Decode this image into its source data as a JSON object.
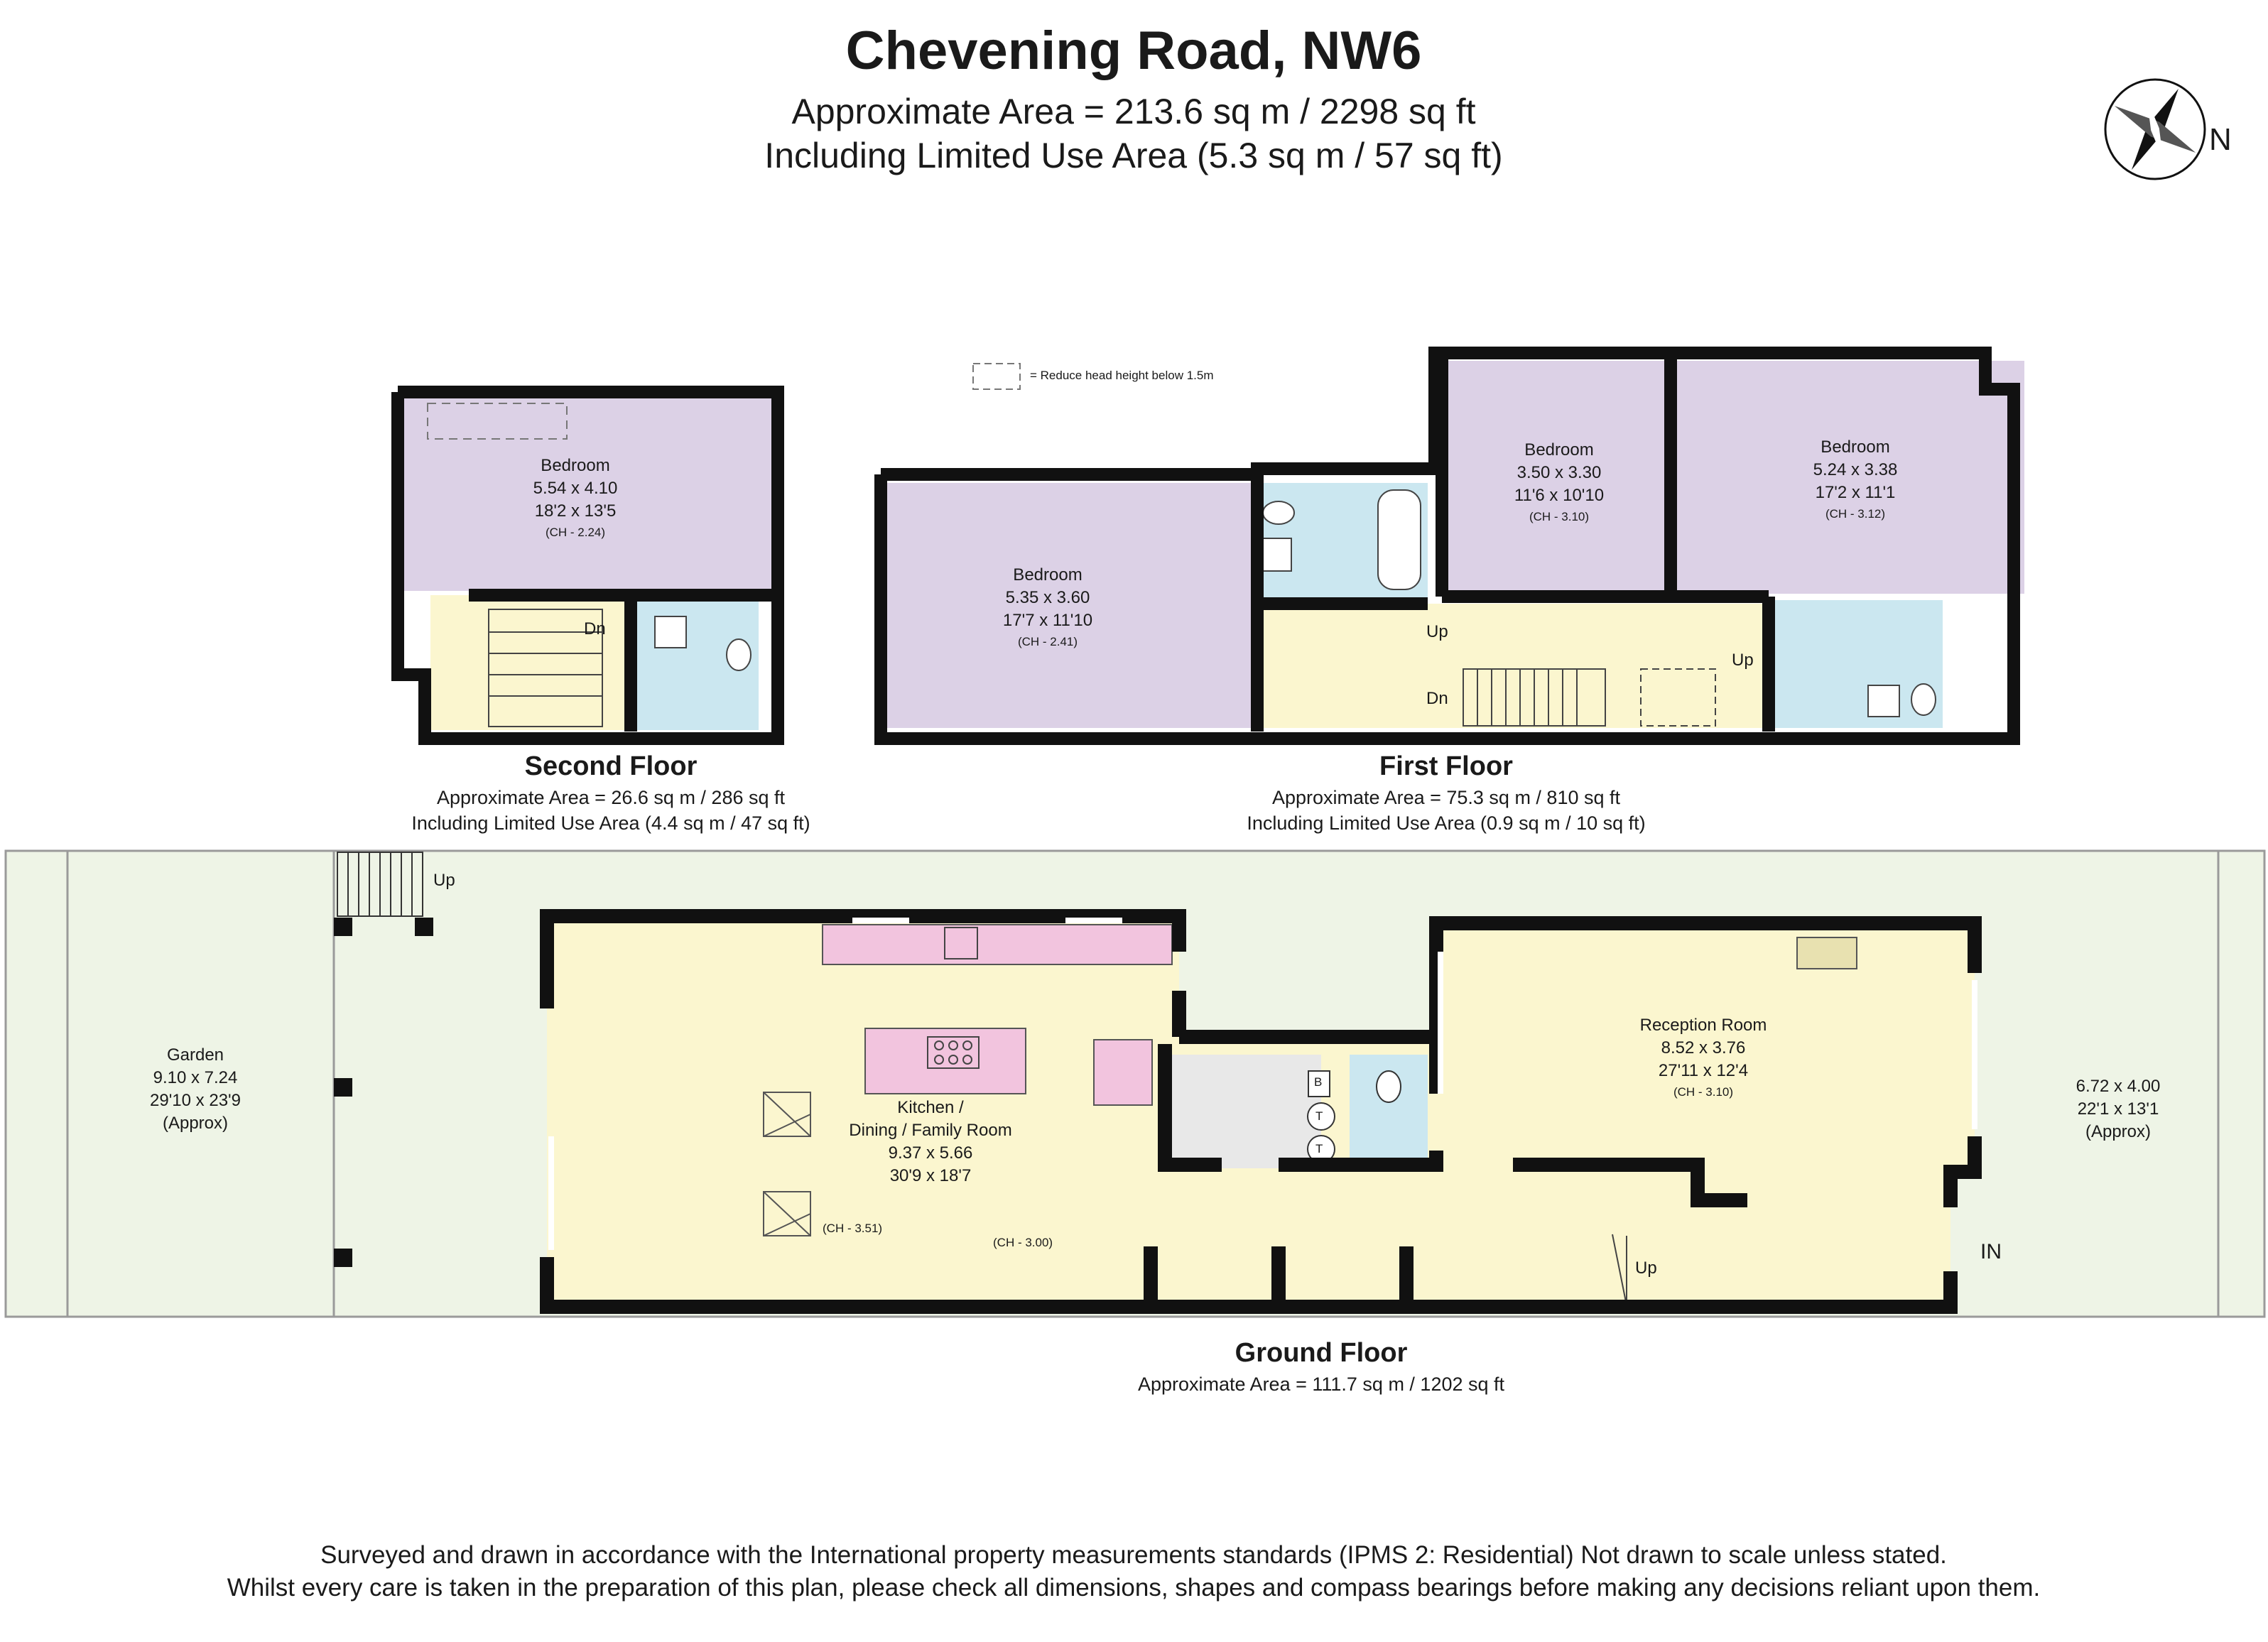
{
  "header": {
    "title": "Chevening Road, NW6",
    "area_line": "Approximate Area = 213.6 sq m / 2298 sq ft",
    "limited_line": "Including Limited Use Area (5.3 sq m / 57 sq ft)"
  },
  "compass": {
    "label": "N",
    "icon": "compass-rose-icon"
  },
  "legend": {
    "text": "= Reduce head height below 1.5m"
  },
  "colors": {
    "wall": "#111111",
    "bedroom": "#dcd1e6",
    "living": "#fbf6cf",
    "bathroom": "#cbe7f0",
    "kitchen_unit": "#f2c4de",
    "utility": "#e8e8e8",
    "garden": "#eef4e6"
  },
  "floors": {
    "second": {
      "name": "Second Floor",
      "area": "Approximate Area = 26.6 sq m / 286 sq ft",
      "limited": "Including Limited Use Area (4.4 sq m / 47 sq ft)",
      "bedroom": {
        "name": "Bedroom",
        "metric": "5.54 x 4.10",
        "imperial": "18'2 x 13'5",
        "ch": "(CH - 2.24)"
      },
      "stairs": "Dn"
    },
    "first": {
      "name": "First Floor",
      "area": "Approximate Area = 75.3 sq m / 810 sq ft",
      "limited": "Including Limited Use Area (0.9 sq m / 10 sq ft)",
      "rooms": [
        {
          "name": "Bedroom",
          "metric": "5.35 x 3.60",
          "imperial": "17'7 x 11'10",
          "ch": "(CH - 2.41)"
        },
        {
          "name": "Bedroom",
          "metric": "3.50 x 3.30",
          "imperial": "11'6 x 10'10",
          "ch": "(CH - 3.10)"
        },
        {
          "name": "Bedroom",
          "metric": "5.24 x 3.38",
          "imperial": "17'2 x 11'1",
          "ch": "(CH - 3.12)"
        }
      ],
      "stairs": {
        "up1": "Up",
        "dn": "Dn",
        "up2": "Up"
      }
    },
    "ground": {
      "name": "Ground Floor",
      "area": "Approximate Area = 111.7 sq m / 1202 sq ft",
      "garden": {
        "name": "Garden",
        "metric": "9.10 x 7.24",
        "imperial": "29'10 x 23'9",
        "note": "(Approx)"
      },
      "kitchen": {
        "name1": "Kitchen /",
        "name2": "Dining / Family Room",
        "metric": "9.37 x 5.66",
        "imperial": "30'9 x 18'7",
        "ch_skylight": "(CH - 3.51)",
        "ch": "(CH - 3.00)"
      },
      "reception": {
        "name": "Reception Room",
        "metric": "8.52 x 3.76",
        "imperial": "27'11 x 12'4",
        "ch": "(CH - 3.10)"
      },
      "front": {
        "metric": "6.72 x 4.00",
        "imperial": "22'1 x 13'1",
        "note": "(Approx)"
      },
      "labels": {
        "garden_up": "Up",
        "hall_up": "Up",
        "entrance": "IN",
        "boiler": "B",
        "tank1": "T",
        "tank2": "T"
      }
    }
  },
  "footer": {
    "line1": "Surveyed and drawn in accordance with the International property measurements standards (IPMS 2: Residential) Not drawn to scale unless stated.",
    "line2": "Whilst every care is taken in the preparation of this plan, please check all dimensions, shapes and compass bearings before making any decisions reliant upon them."
  }
}
